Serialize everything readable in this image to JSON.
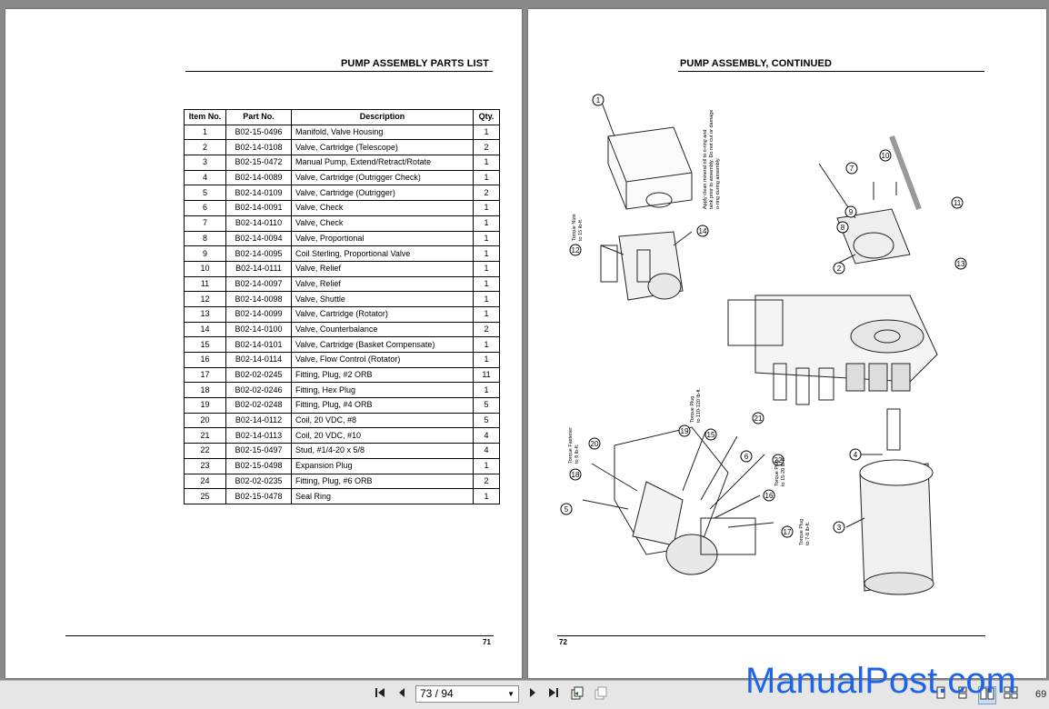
{
  "left_page": {
    "title": "PUMP ASSEMBLY PARTS LIST",
    "page_number": "71",
    "table": {
      "headers": [
        "Item No.",
        "Part No.",
        "Description",
        "Qty."
      ],
      "rows": [
        [
          "1",
          "B02-15-0496",
          "Manifold, Valve Housing",
          "1"
        ],
        [
          "2",
          "B02-14-0108",
          "Valve, Cartridge (Telescope)",
          "2"
        ],
        [
          "3",
          "B02-15-0472",
          "Manual Pump, Extend/Retract/Rotate",
          "1"
        ],
        [
          "4",
          "B02-14-0089",
          "Valve, Cartridge (Outrigger Check)",
          "1"
        ],
        [
          "5",
          "B02-14-0109",
          "Valve, Cartridge (Outrigger)",
          "2"
        ],
        [
          "6",
          "B02-14-0091",
          "Valve, Check",
          "1"
        ],
        [
          "7",
          "B02-14-0110",
          "Valve, Check",
          "1"
        ],
        [
          "8",
          "B02-14-0094",
          "Valve, Proportional",
          "1"
        ],
        [
          "9",
          "B02-14-0095",
          "Coil Sterling, Proportional Valve",
          "1"
        ],
        [
          "10",
          "B02-14-0111",
          "Valve, Relief",
          "1"
        ],
        [
          "11",
          "B02-14-0097",
          "Valve, Relief",
          "1"
        ],
        [
          "12",
          "B02-14-0098",
          "Valve, Shuttle",
          "1"
        ],
        [
          "13",
          "B02-14-0099",
          "Valve, Cartridge (Rotator)",
          "1"
        ],
        [
          "14",
          "B02-14-0100",
          "Valve, Counterbalance",
          "2"
        ],
        [
          "15",
          "B02-14-0101",
          "Valve, Cartridge (Basket Compensate)",
          "1"
        ],
        [
          "16",
          "B02-14-0114",
          "Valve, Flow Control (Rotator)",
          "1"
        ],
        [
          "17",
          "B02-02-0245",
          "Fitting, Plug, #2 ORB",
          "11"
        ],
        [
          "18",
          "B02-02-0246",
          "Fitting, Hex Plug",
          "1"
        ],
        [
          "19",
          "B02-02-0248",
          "Fitting, Plug, #4 ORB",
          "5"
        ],
        [
          "20",
          "B02-14-0112",
          "Coil, 20 VDC, #8",
          "5"
        ],
        [
          "21",
          "B02-14-0113",
          "Coil, 20 VDC, #10",
          "4"
        ],
        [
          "22",
          "B02-15-0497",
          "Stud, #1/4-20 x 5/8",
          "4"
        ],
        [
          "23",
          "B02-15-0498",
          "Expansion Plug",
          "1"
        ],
        [
          "24",
          "B02-02-0235",
          "Fitting, Plug, #6 ORB",
          "2"
        ],
        [
          "25",
          "B02-15-0478",
          "Seal Ring",
          "1"
        ]
      ]
    }
  },
  "right_page": {
    "title": "PUMP ASSEMBLY, CONTINUED",
    "page_number": "72",
    "callouts": [
      "1",
      "2",
      "3",
      "4",
      "5",
      "6",
      "7",
      "8",
      "9",
      "10",
      "11",
      "12",
      "13",
      "14",
      "15",
      "16",
      "17",
      "18",
      "19",
      "20",
      "21",
      "22"
    ],
    "notes": {
      "n1": "Apply clean mineral oil to o-ring and",
      "n2": "tank prior to assembly. Do not cut or damage",
      "n3": "o-ring during assembly.",
      "n4": "Torque Nuts",
      "n5": "to 15 lb-ft.",
      "n6": "Torque Plug",
      "n7": "to 110-120 lb-ft.",
      "n8": "Torque Plug",
      "n9": "to 15-20 lb-ft.",
      "n10": "Torque Fastener",
      "n11": "to 8 lb-ft.",
      "n12": "Torque Plug",
      "n13": "to 7-8 lb-ft."
    }
  },
  "toolbar": {
    "page_indicator": "73 / 94",
    "zoom_text": "69"
  },
  "watermark": "ManualPost.com",
  "icons": [
    "first-page-icon",
    "prev-page-icon",
    "next-page-icon",
    "last-page-icon",
    "back-view-icon",
    "forward-view-icon",
    "single-page-icon",
    "two-page-icon",
    "continuous-icon",
    "dropdown-arrow-icon"
  ]
}
